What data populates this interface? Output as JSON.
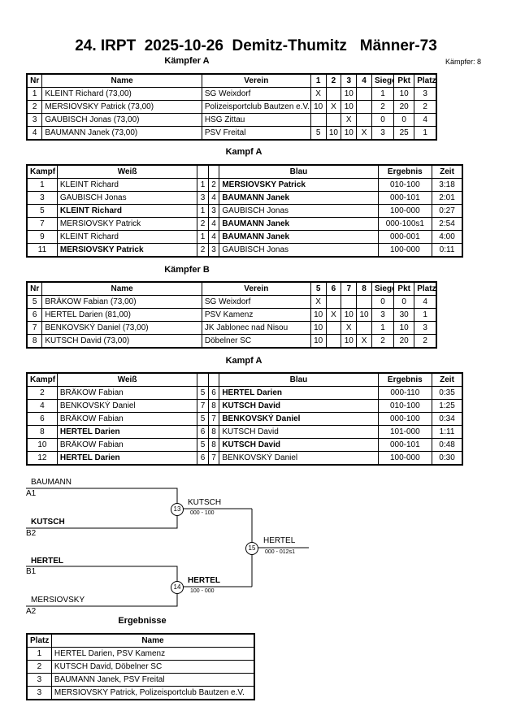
{
  "header": {
    "title": "24. IRPT  2025-10-26  Demitz-Thumitz   Männer-73",
    "pool_a_label": "Kämpfer A",
    "fighter_count": "Kämpfer: 8"
  },
  "pool_a": {
    "headers": [
      "Nr",
      "Name",
      "Verein",
      "1",
      "2",
      "3",
      "4",
      "Siege",
      "Pkt",
      "Platz"
    ],
    "rows": [
      [
        "1",
        "KLEINT Richard  (73,00)",
        "SG Weixdorf",
        "X",
        "",
        "10",
        "",
        "1",
        "10",
        "3"
      ],
      [
        "2",
        "MERSIOVSKY Patrick  (73,00)",
        "Polizeisportclub Bautzen e.V.",
        "10",
        "X",
        "10",
        "",
        "2",
        "20",
        "2"
      ],
      [
        "3",
        "GAUBISCH Jonas  (73,00)",
        "HSG Zittau",
        "",
        "",
        "X",
        "",
        "0",
        "0",
        "4"
      ],
      [
        "4",
        "BAUMANN Janek  (73,00)",
        "PSV Freital",
        "5",
        "10",
        "10",
        "X",
        "3",
        "25",
        "1"
      ]
    ]
  },
  "kampf_a1": {
    "label": "Kampf A",
    "headers": [
      "Kampf",
      "Weiß",
      "",
      "",
      "Blau",
      "Ergebnis",
      "Zeit"
    ],
    "rows": [
      {
        "n": "1",
        "w": "KLEINT Richard",
        "wb": false,
        "a": "1",
        "b": "2",
        "bl": "MERSIOVSKY Patrick",
        "bb": true,
        "r": "010-100",
        "t": "3:18"
      },
      {
        "n": "3",
        "w": "GAUBISCH Jonas",
        "wb": false,
        "a": "3",
        "b": "4",
        "bl": "BAUMANN Janek",
        "bb": true,
        "r": "000-101",
        "t": "2:01"
      },
      {
        "n": "5",
        "w": "KLEINT Richard",
        "wb": true,
        "a": "1",
        "b": "3",
        "bl": "GAUBISCH Jonas",
        "bb": false,
        "r": "100-000",
        "t": "0:27"
      },
      {
        "n": "7",
        "w": "MERSIOVSKY Patrick",
        "wb": false,
        "a": "2",
        "b": "4",
        "bl": "BAUMANN Janek",
        "bb": true,
        "r": "000-100s1",
        "t": "2:54"
      },
      {
        "n": "9",
        "w": "KLEINT Richard",
        "wb": false,
        "a": "1",
        "b": "4",
        "bl": "BAUMANN Janek",
        "bb": true,
        "r": "000-001",
        "t": "4:00"
      },
      {
        "n": "11",
        "w": "MERSIOVSKY Patrick",
        "wb": true,
        "a": "2",
        "b": "3",
        "bl": "GAUBISCH Jonas",
        "bb": false,
        "r": "100-000",
        "t": "0:11"
      }
    ]
  },
  "pool_b": {
    "label": "Kämpfer B",
    "headers": [
      "Nr",
      "Name",
      "Verein",
      "5",
      "6",
      "7",
      "8",
      "Siege",
      "Pkt",
      "Platz"
    ],
    "rows": [
      [
        "5",
        "BRÄKOW Fabian  (73,00)",
        "SG Weixdorf",
        "X",
        "",
        "",
        "",
        "0",
        "0",
        "4"
      ],
      [
        "6",
        "HERTEL  Darien  (81,00)",
        "PSV Kamenz",
        "10",
        "X",
        "10",
        "10",
        "3",
        "30",
        "1"
      ],
      [
        "7",
        "BENKOVSKÝ Daniel  (73,00)",
        "JK Jablonec nad Nisou",
        "10",
        "",
        "X",
        "",
        "1",
        "10",
        "3"
      ],
      [
        "8",
        "KUTSCH David  (73,00)",
        "Döbelner SC",
        "10",
        "",
        "10",
        "X",
        "2",
        "20",
        "2"
      ]
    ]
  },
  "kampf_a2": {
    "label": "Kampf A",
    "headers": [
      "Kampf",
      "Weiß",
      "",
      "",
      "Blau",
      "Ergebnis",
      "Zeit"
    ],
    "rows": [
      {
        "n": "2",
        "w": "BRÄKOW Fabian",
        "wb": false,
        "a": "5",
        "b": "6",
        "bl": "HERTEL  Darien",
        "bb": true,
        "r": "000-110",
        "t": "0:35"
      },
      {
        "n": "4",
        "w": "BENKOVSKÝ Daniel",
        "wb": false,
        "a": "7",
        "b": "8",
        "bl": "KUTSCH David",
        "bb": true,
        "r": "010-100",
        "t": "1:25"
      },
      {
        "n": "6",
        "w": "BRÄKOW Fabian",
        "wb": false,
        "a": "5",
        "b": "7",
        "bl": "BENKOVSKÝ Daniel",
        "bb": true,
        "r": "000-100",
        "t": "0:34"
      },
      {
        "n": "8",
        "w": "HERTEL  Darien",
        "wb": true,
        "a": "6",
        "b": "8",
        "bl": "KUTSCH David",
        "bb": false,
        "r": "101-000",
        "t": "1:11"
      },
      {
        "n": "10",
        "w": "BRÄKOW Fabian",
        "wb": false,
        "a": "5",
        "b": "8",
        "bl": "KUTSCH David",
        "bb": true,
        "r": "000-101",
        "t": "0:48"
      },
      {
        "n": "12",
        "w": "HERTEL  Darien",
        "wb": true,
        "a": "6",
        "b": "7",
        "bl": "BENKOVSKÝ Daniel",
        "bb": false,
        "r": "100-000",
        "t": "0:30"
      }
    ]
  },
  "bracket": {
    "s1_top": "BAUMANN",
    "s1_top_seed": "A1",
    "s1_bot": "KUTSCH",
    "s1_bot_seed": "B2",
    "s1_num": "13",
    "s1_winner": "KUTSCH",
    "s1_score": "000 - 100",
    "s2_top": "HERTEL",
    "s2_top_seed": "B1",
    "s2_bot": "MERSIOVSKY",
    "s2_bot_seed": "A2",
    "s2_num": "14",
    "s2_winner": "HERTEL",
    "s2_score": "100 - 000",
    "f_num": "15",
    "f_winner": "HERTEL",
    "f_score": "000 - 012s1"
  },
  "ergebnisse": {
    "label": "Ergebnisse",
    "headers": [
      "Platz",
      "Name"
    ],
    "rows": [
      [
        "1",
        "HERTEL  Darien, PSV Kamenz"
      ],
      [
        "2",
        "KUTSCH David, Döbelner SC"
      ],
      [
        "3",
        "BAUMANN Janek, PSV Freital"
      ],
      [
        "3",
        "MERSIOVSKY Patrick, Polizeisportclub Bautzen e.V."
      ]
    ]
  }
}
